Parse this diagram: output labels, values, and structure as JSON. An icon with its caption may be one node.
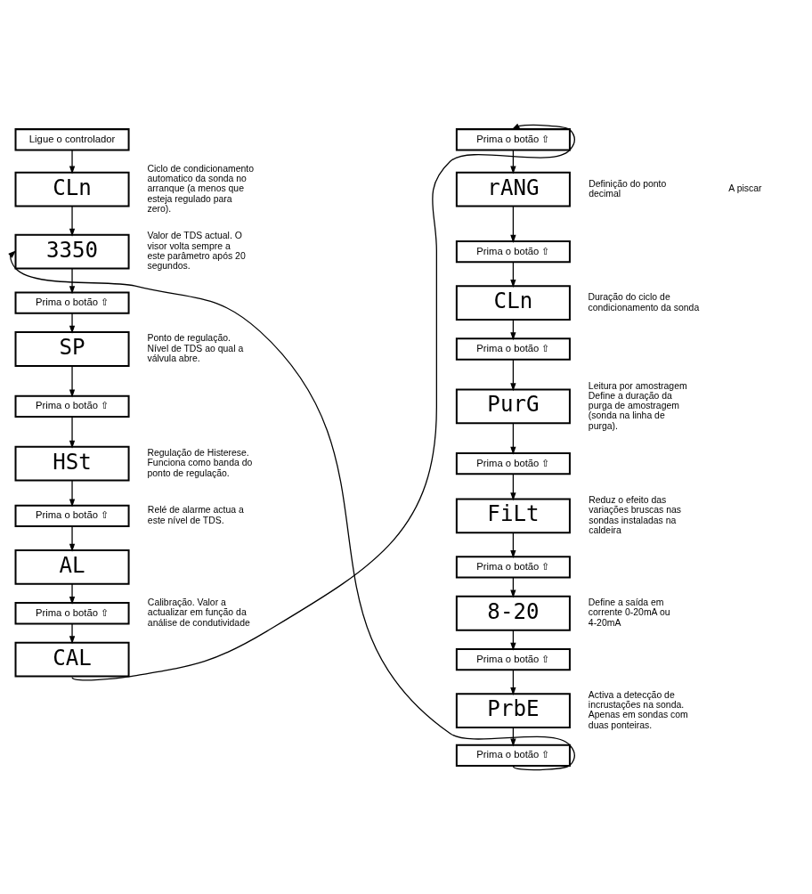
{
  "diagram": {
    "nodes": [
      {
        "text": [
          "Ligue o controlador"
        ]
      },
      {
        "text": [
          "CLn"
        ],
        "beside": [
          "Ciclo de condicionamento automatico da sonda no arranque (a menos que esteja regulado para zero)."
        ]
      },
      {
        "text": [
          "3350"
        ],
        "beside": [
          "Valor de TDS actual. O visor volta sempre a este parâmetro após 20 segundos."
        ]
      },
      {
        "text": [
          "Prima o botão ⇧"
        ]
      },
      {
        "text": [
          "SP"
        ],
        "beside": [
          "Ponto de regulação. Nível de TDS ao qual a válvula abre."
        ]
      },
      {
        "text": [
          "Prima o botão ⇧"
        ]
      },
      {
        "text": [
          "HSt"
        ],
        "beside": [
          "Regulação de Histerese. Funciona como banda do ponto de regulação."
        ]
      },
      {
        "text": [
          "Prima o botão ⇧"
        ],
        "beside": [
          "Relé de alarme actua a este nível de TDS."
        ]
      },
      {
        "text": [
          "AL"
        ]
      },
      {
        "text": [
          "Prima o botão ⇧"
        ],
        "beside": [
          "Calibração. Valor a actualizar em função da análise de condutividade"
        ]
      },
      {
        "text": [
          "CAL"
        ]
      },
      {
        "text": [
          "Prima o botão ⇧"
        ]
      },
      {
        "text": [
          "rANG"
        ],
        "beside": [
          "Definição do ponto decimal"
        ]
      },
      {
        "text": [
          "Prima o botão ⇧"
        ]
      },
      {
        "text": [
          "CLn"
        ],
        "beside": [
          "Duração do ciclo de condicionamento da sonda"
        ]
      },
      {
        "text": [
          "Prima o botão ⇧"
        ]
      },
      {
        "text": [
          "PurG"
        ],
        "beside": [
          "Leitura por amostragem Define a duração da purga de amostragem (sonda na linha de purga)."
        ]
      },
      {
        "text": [
          "Prima o botão ⇧"
        ]
      },
      {
        "text": [
          "FiLt"
        ],
        "beside": [
          "Reduz o efeito das variações bruscas nas sondas instaladas na caldeira"
        ]
      },
      {
        "text": [
          "Prima o botão ⇧"
        ]
      },
      {
        "text": [
          "8-20"
        ],
        "beside": [
          "Define a saída em corrente 0-20mA ou 4-20mA"
        ]
      },
      {
        "text": [
          "Prima o botão ⇧"
        ]
      },
      {
        "text": [
          "PrbE"
        ],
        "beside": [
          "Activa a detecção de incrustações na sonda. Apenas em sondas com duas ponteiras."
        ]
      },
      {
        "text": [
          "Prima o botão ⇧"
        ]
      }
    ],
    "edges": [
      {
        "from": 0,
        "to": 1,
        "arrow": "to"
      },
      {
        "from": 1,
        "to": 2,
        "arrow": "to"
      },
      {
        "from": 2,
        "to": 3,
        "arrow": "to"
      },
      {
        "from": 3,
        "to": 4,
        "arrow": "to"
      },
      {
        "from": 4,
        "to": 5,
        "arrow": "to"
      },
      {
        "from": 5,
        "to": 6,
        "arrow": "to"
      },
      {
        "from": 6,
        "to": 7,
        "arrow": "to"
      },
      {
        "from": 7,
        "to": 8,
        "arrow": "to"
      },
      {
        "from": 8,
        "to": 9,
        "arrow": "to"
      },
      {
        "from": 9,
        "to": 10,
        "arrow": "to"
      },
      {
        "from": 10,
        "to": 11,
        "arrow": "to"
      },
      {
        "from": 11,
        "to": 12,
        "arrow": "to"
      },
      {
        "from": 12,
        "to": 13,
        "arrow": "to"
      },
      {
        "from": 13,
        "to": 14,
        "arrow": "to"
      },
      {
        "from": 14,
        "to": 15,
        "arrow": "to"
      },
      {
        "from": 15,
        "to": 16,
        "arrow": "to"
      },
      {
        "from": 16,
        "to": 17,
        "arrow": "to"
      },
      {
        "from": 17,
        "to": 18,
        "arrow": "to"
      },
      {
        "from": 18,
        "to": 19,
        "arrow": "to"
      },
      {
        "from": 19,
        "to": 20,
        "arrow": "to"
      },
      {
        "from": 20,
        "to": 21,
        "arrow": "to"
      },
      {
        "from": 21,
        "to": 22,
        "arrow": "to"
      },
      {
        "from": 22,
        "to": 23,
        "arrow": "to"
      },
      {
        "from": 23,
        "to": 2,
        "arrow": "to"
      }
    ],
    "labels": [
      "A piscar"
    ]
  }
}
